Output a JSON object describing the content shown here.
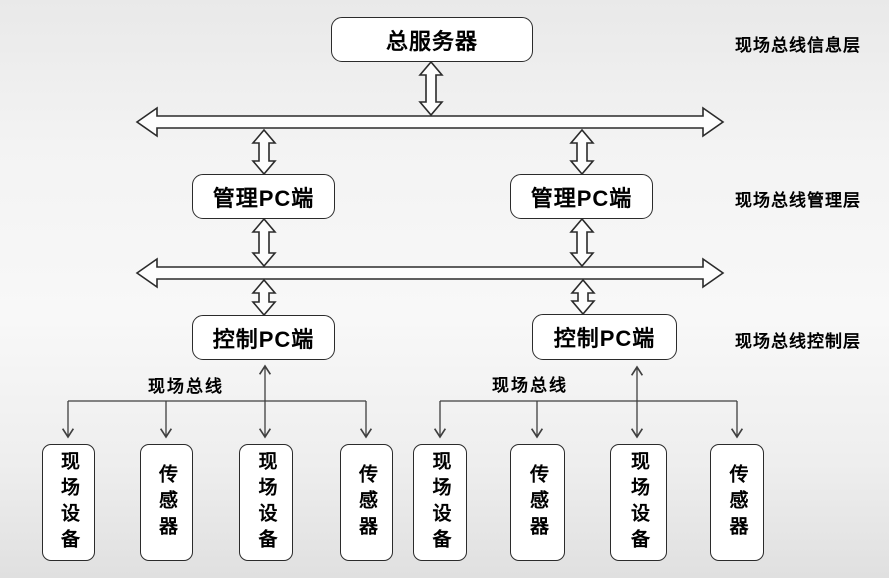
{
  "diagram": {
    "server": {
      "label": "总服务器"
    },
    "layers": {
      "info": "现场总线信息层",
      "management": "现场总线管理层",
      "control": "现场总线控制层"
    },
    "management_pcs": [
      {
        "label": "管理PC端"
      },
      {
        "label": "管理PC端"
      }
    ],
    "control_pcs": [
      {
        "label": "控制PC端"
      },
      {
        "label": "控制PC端"
      }
    ],
    "fieldbus_labels": [
      {
        "label": "现场总线"
      },
      {
        "label": "现场总线"
      }
    ],
    "devices": [
      {
        "label": "现场设备"
      },
      {
        "label": "传感器"
      },
      {
        "label": "现场设备"
      },
      {
        "label": "传感器"
      },
      {
        "label": "现场设备"
      },
      {
        "label": "传感器"
      },
      {
        "label": "现场设备"
      },
      {
        "label": "传感器"
      }
    ],
    "colors": {
      "box_fill": "#ffffff",
      "box_border": "#2b2b2b",
      "line": "#3f3f3f",
      "text": "#000000"
    }
  }
}
